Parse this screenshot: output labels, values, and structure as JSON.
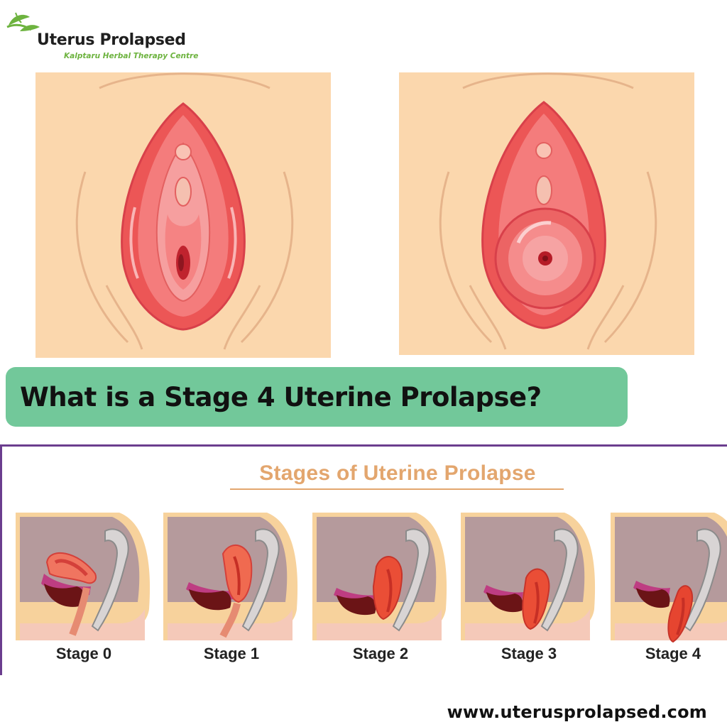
{
  "brand": {
    "title": "Uterus Prolapsed",
    "subtitle": "Kalptaru Herbal Therapy Centre",
    "leaf_color": "#6db33f"
  },
  "illustrations": [
    {
      "id": "normal",
      "icon": "vulva-normal-illustration"
    },
    {
      "id": "prolapse",
      "icon": "vulva-prolapse-illustration"
    }
  ],
  "question": {
    "text": "What is a Stage 4 Uterine Prolapse?",
    "bg_color": "#72c89a"
  },
  "stages_panel": {
    "title": "Stages of Uterine Prolapse",
    "border_color": "#6b3d8e",
    "title_color": "#e3a66e",
    "stages": [
      {
        "label": "Stage 0",
        "level": 0
      },
      {
        "label": "Stage 1",
        "level": 1
      },
      {
        "label": "Stage 2",
        "level": 2
      },
      {
        "label": "Stage 3",
        "level": 3
      },
      {
        "label": "Stage 4",
        "level": 4
      }
    ]
  },
  "footer": {
    "url": "www.uterusprolapsed.com"
  }
}
